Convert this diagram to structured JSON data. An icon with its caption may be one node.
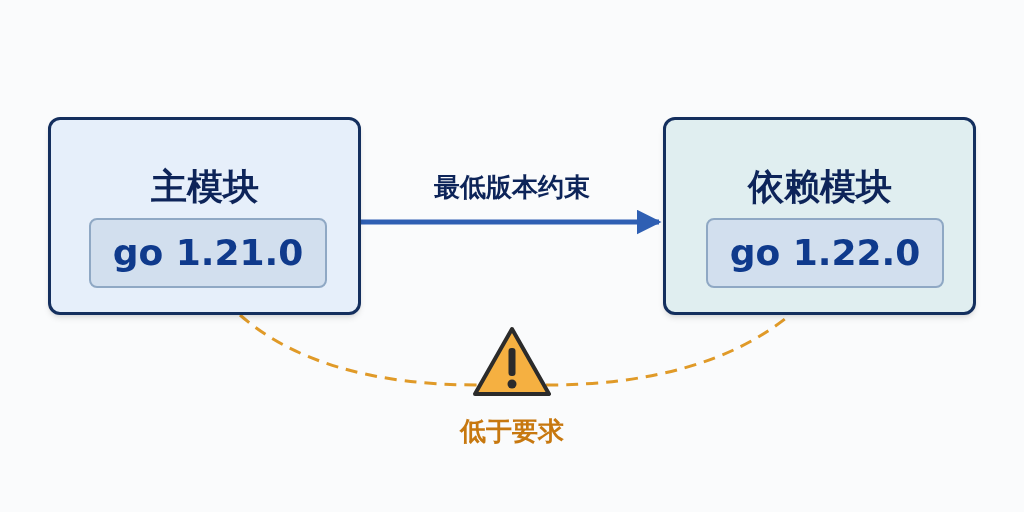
{
  "diagram": {
    "nodes": [
      {
        "text": [
          "主模块"
        ]
      },
      {
        "text": [
          "go 1.21.0"
        ],
        "in": 0
      },
      {
        "text": [
          "依赖模块"
        ]
      },
      {
        "text": [
          "go 1.22.0"
        ],
        "in": 2
      },
      {
        "text": [],
        "shape": "triangle",
        "beside": [
          "低于要求"
        ]
      }
    ],
    "edges": [
      {
        "from": 0,
        "to": 2,
        "arrow": "to",
        "label": "最低版本约束",
        "color": "#2f5fb3"
      },
      {
        "from": 0,
        "to": 4,
        "arrow": "none",
        "style": "dashed",
        "color": "#e09a28"
      },
      {
        "from": 4,
        "to": 2,
        "arrow": "none",
        "style": "dashed",
        "color": "#e09a28"
      }
    ]
  }
}
